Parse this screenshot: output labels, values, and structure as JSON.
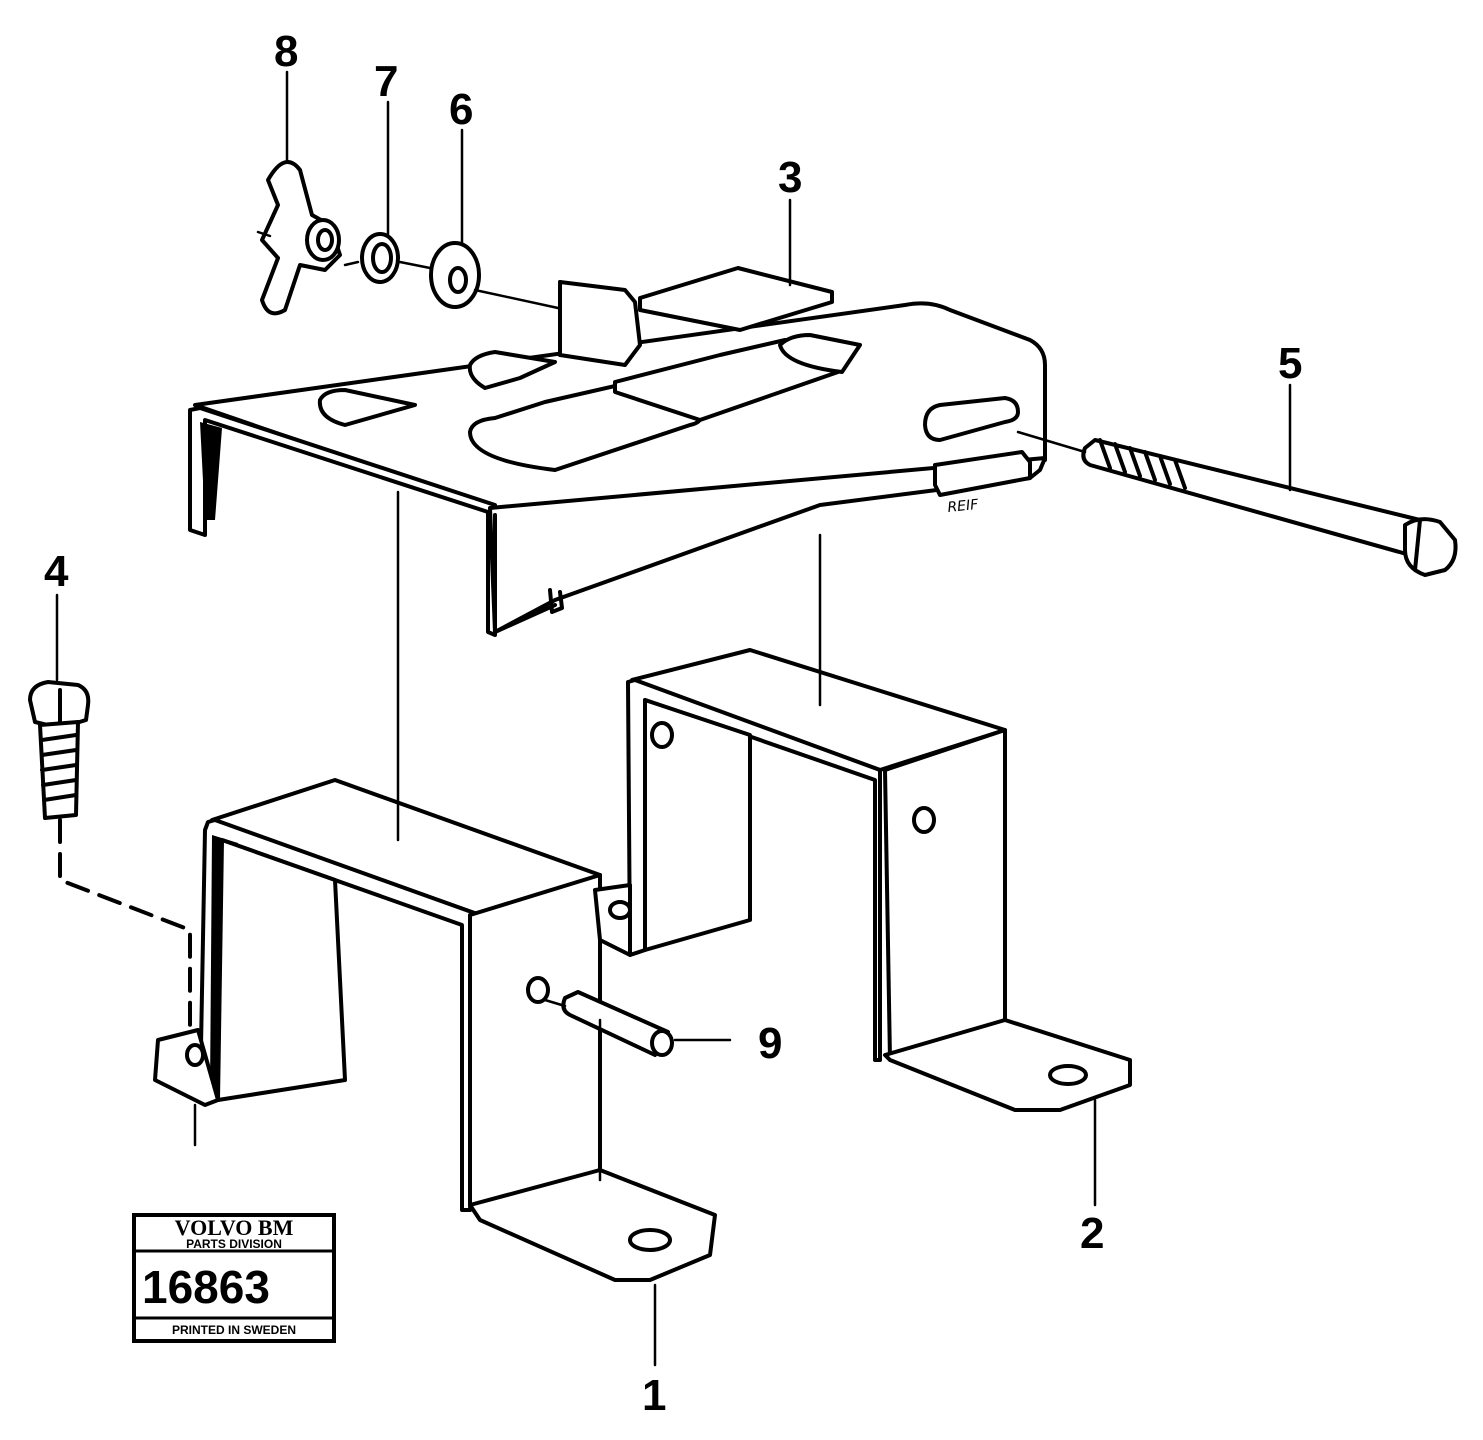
{
  "callouts": {
    "c1": "1",
    "c2": "2",
    "c3": "3",
    "c4": "4",
    "c5": "5",
    "c6": "6",
    "c7": "7",
    "c8": "8",
    "c9": "9"
  },
  "handwritten_mark": "REIF",
  "label": {
    "brand": "VOLVO BM",
    "division": "PARTS DIVISION",
    "number": "16863",
    "printed": "PRINTED IN SWEDEN"
  }
}
